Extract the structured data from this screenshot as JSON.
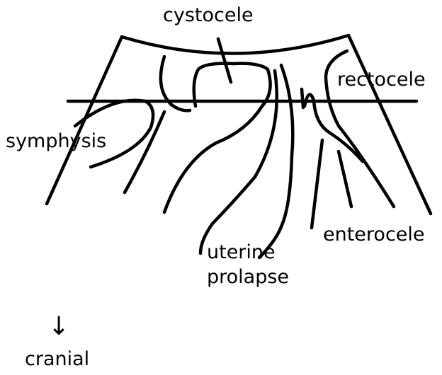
{
  "labels": {
    "cystocele": "cystocele",
    "rectocele": "rectocele",
    "symphysis": "symphysis",
    "enterocele": "enterocele",
    "uterine_line1": "uterine",
    "uterine_line2": "prolapse",
    "arrow": "↓",
    "cranial": "cranial"
  },
  "colors": {
    "ink": "#000000",
    "background": "#ffffff"
  }
}
